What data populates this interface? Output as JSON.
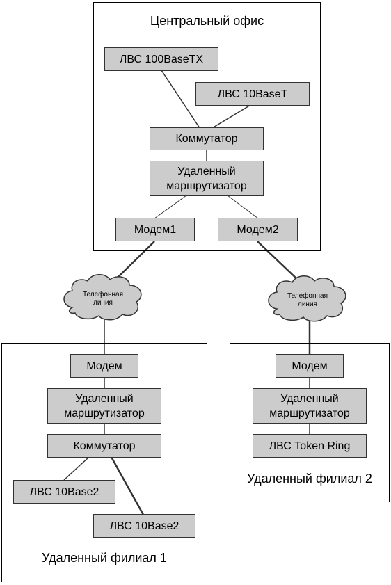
{
  "central_office": {
    "title": "Центральный офис",
    "lan_100basetx": "ЛВС 100BaseTX",
    "lan_10baset": "ЛВС 10BaseT",
    "switch": "Коммутатор",
    "router_line1": "Удаленный",
    "router_line2": "маршрутизатор",
    "modem1": "Модем1",
    "modem2": "Модем2"
  },
  "phone_lines": {
    "left_line1": "Телефонная",
    "left_line2": "линия",
    "right_line1": "Телефонная",
    "right_line2": "линия"
  },
  "branch1": {
    "title": "Удаленный филиал 1",
    "modem": "Модем",
    "router_line1": "Удаленный",
    "router_line2": "маршрутизатор",
    "switch": "Коммутатор",
    "lan_a": "ЛВС 10Base2",
    "lan_b": "ЛВС 10Base2"
  },
  "branch2": {
    "title": "Удаленный филиал 2",
    "modem": "Модем",
    "router_line1": "Удаленный",
    "router_line2": "маршрутизатор",
    "lan_token_ring": "ЛВС Token Ring"
  }
}
